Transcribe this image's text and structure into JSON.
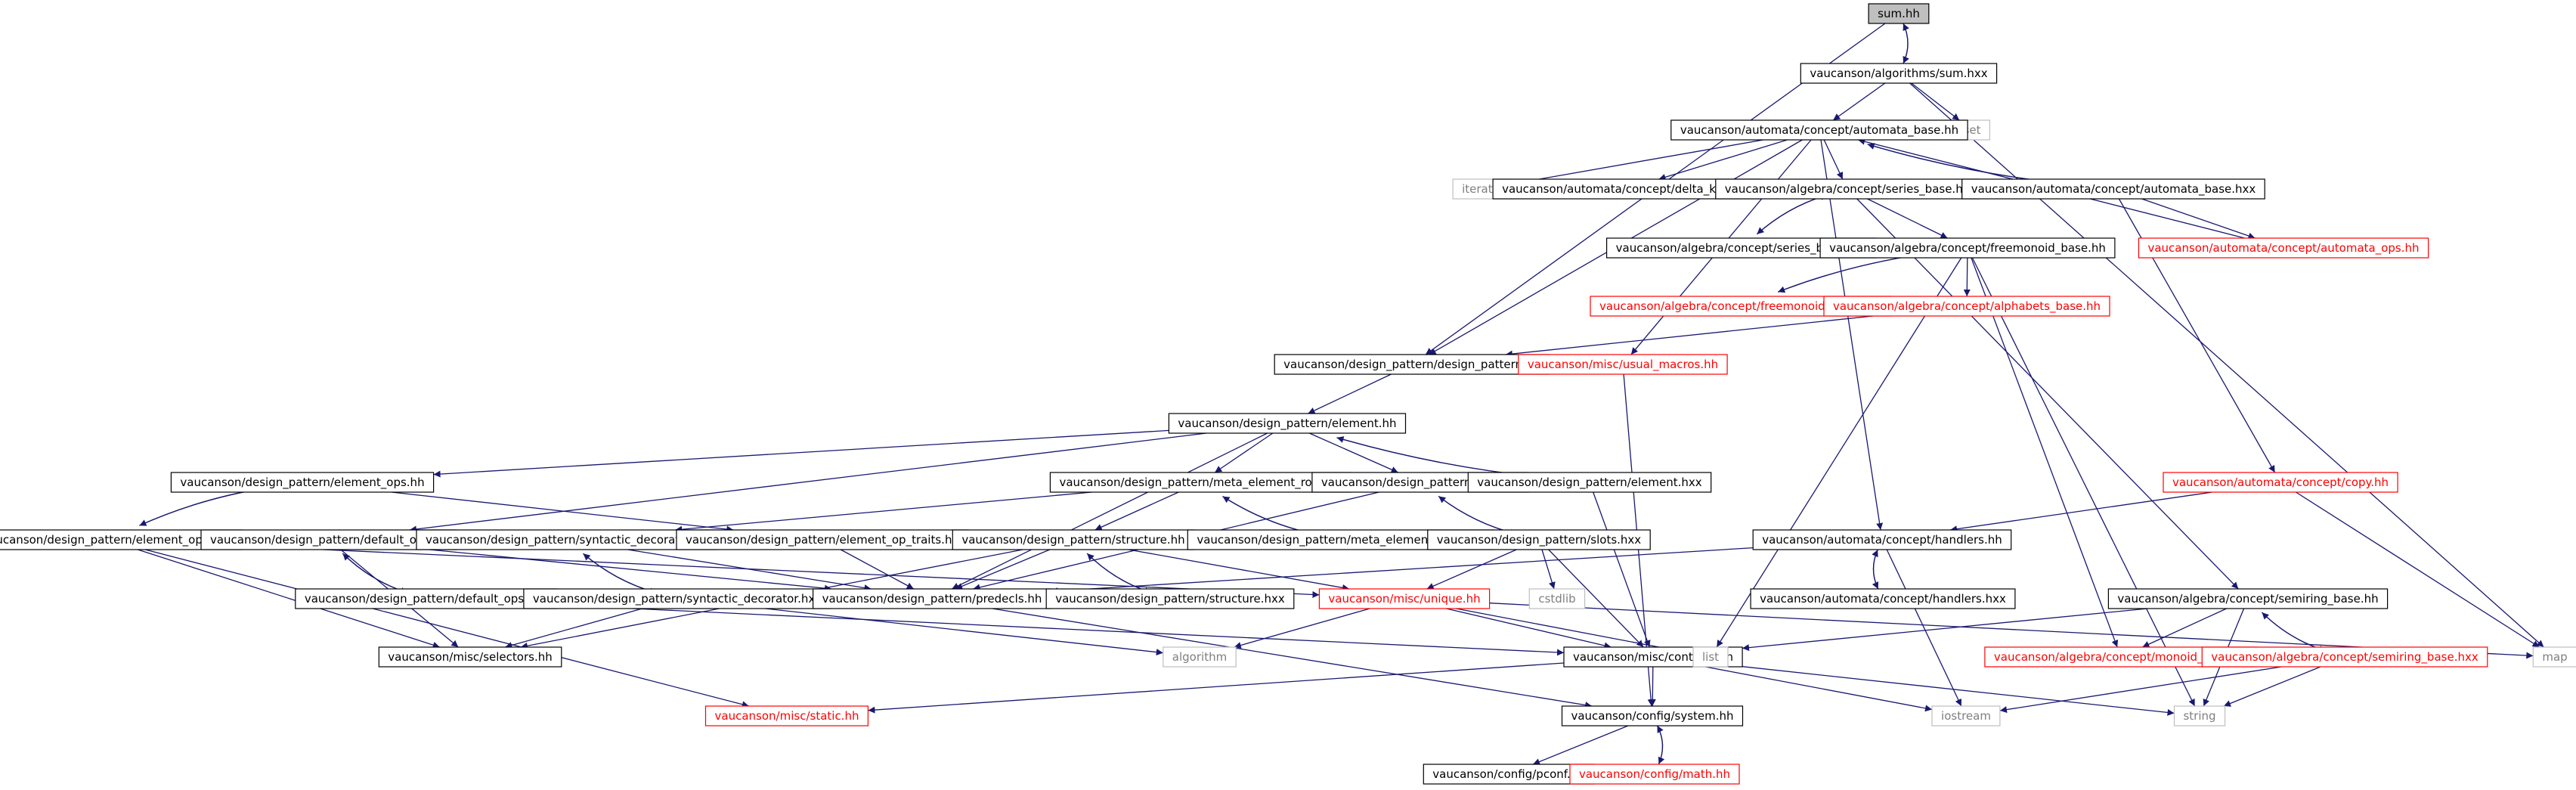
{
  "colors": {
    "edge": "#191970",
    "root_fill": "#bfbfbf",
    "normal_border": "#000000",
    "truncated_border": "#ff0000",
    "external_border": "#bfbfbf",
    "truncated_text": "#ff0000",
    "external_text": "#7f7f7f"
  },
  "nodes": [
    {
      "id": "sum_hh",
      "label": "sum.hh",
      "kind": "root"
    },
    {
      "id": "alg_sum_hxx",
      "label": "vaucanson/algorithms/sum.hxx",
      "kind": "normal"
    },
    {
      "id": "set",
      "label": "set",
      "kind": "external"
    },
    {
      "id": "map",
      "label": "map",
      "kind": "external"
    },
    {
      "id": "automata_base_hh",
      "label": "vaucanson/automata/concept/automata_base.hh",
      "kind": "normal"
    },
    {
      "id": "iterator",
      "label": "iterator",
      "kind": "external"
    },
    {
      "id": "delta_kind",
      "label": "vaucanson/automata/concept/delta_kind.hh",
      "kind": "normal"
    },
    {
      "id": "series_base_hh",
      "label": "vaucanson/algebra/concept/series_base.hh",
      "kind": "normal"
    },
    {
      "id": "automata_base_hxx",
      "label": "vaucanson/automata/concept/automata_base.hxx",
      "kind": "normal"
    },
    {
      "id": "series_base_hxx",
      "label": "vaucanson/algebra/concept/series_base.hxx",
      "kind": "normal"
    },
    {
      "id": "freemonoid_base_hh",
      "label": "vaucanson/algebra/concept/freemonoid_base.hh",
      "kind": "normal"
    },
    {
      "id": "automata_ops",
      "label": "vaucanson/automata/concept/automata_ops.hh",
      "kind": "truncated"
    },
    {
      "id": "freemonoid_base_hxx",
      "label": "vaucanson/algebra/concept/freemonoid_base.hxx",
      "kind": "truncated"
    },
    {
      "id": "alphabets_base",
      "label": "vaucanson/algebra/concept/alphabets_base.hh",
      "kind": "truncated"
    },
    {
      "id": "design_pattern",
      "label": "vaucanson/design_pattern/design_pattern.hh",
      "kind": "normal"
    },
    {
      "id": "usual_macros",
      "label": "vaucanson/misc/usual_macros.hh",
      "kind": "truncated"
    },
    {
      "id": "element_hh",
      "label": "vaucanson/design_pattern/element.hh",
      "kind": "normal"
    },
    {
      "id": "element_ops_hh",
      "label": "vaucanson/design_pattern/element_ops.hh",
      "kind": "normal"
    },
    {
      "id": "meta_element_root_hh",
      "label": "vaucanson/design_pattern/meta_element_root.hh",
      "kind": "normal"
    },
    {
      "id": "slots_hh",
      "label": "vaucanson/design_pattern/slots.hh",
      "kind": "normal"
    },
    {
      "id": "element_hxx",
      "label": "vaucanson/design_pattern/element.hxx",
      "kind": "normal"
    },
    {
      "id": "copy_hh",
      "label": "vaucanson/automata/concept/copy.hh",
      "kind": "truncated"
    },
    {
      "id": "element_ops_hxx",
      "label": "vaucanson/design_pattern/element_ops.hxx",
      "kind": "normal"
    },
    {
      "id": "default_ops_hh",
      "label": "vaucanson/design_pattern/default_ops.hh",
      "kind": "normal"
    },
    {
      "id": "syntactic_decorator_hh",
      "label": "vaucanson/design_pattern/syntactic_decorator.hh",
      "kind": "normal"
    },
    {
      "id": "element_op_traits",
      "label": "vaucanson/design_pattern/element_op_traits.hh",
      "kind": "normal"
    },
    {
      "id": "structure_hh",
      "label": "vaucanson/design_pattern/structure.hh",
      "kind": "normal"
    },
    {
      "id": "meta_element_root_hxx",
      "label": "vaucanson/design_pattern/meta_element_root.hxx",
      "kind": "normal"
    },
    {
      "id": "slots_hxx",
      "label": "vaucanson/design_pattern/slots.hxx",
      "kind": "normal"
    },
    {
      "id": "handlers_hh",
      "label": "vaucanson/automata/concept/handlers.hh",
      "kind": "normal"
    },
    {
      "id": "default_ops_hxx",
      "label": "vaucanson/design_pattern/default_ops.hxx",
      "kind": "normal"
    },
    {
      "id": "syntactic_decorator_hxx",
      "label": "vaucanson/design_pattern/syntactic_decorator.hxx",
      "kind": "normal"
    },
    {
      "id": "predecls",
      "label": "vaucanson/design_pattern/predecls.hh",
      "kind": "normal"
    },
    {
      "id": "structure_hxx",
      "label": "vaucanson/design_pattern/structure.hxx",
      "kind": "normal"
    },
    {
      "id": "unique_hh",
      "label": "vaucanson/misc/unique.hh",
      "kind": "truncated"
    },
    {
      "id": "cstdlib",
      "label": "cstdlib",
      "kind": "external"
    },
    {
      "id": "handlers_hxx",
      "label": "vaucanson/automata/concept/handlers.hxx",
      "kind": "normal"
    },
    {
      "id": "semiring_base_hh",
      "label": "vaucanson/algebra/concept/semiring_base.hh",
      "kind": "normal"
    },
    {
      "id": "selectors",
      "label": "vaucanson/misc/selectors.hh",
      "kind": "normal"
    },
    {
      "id": "algorithm",
      "label": "algorithm",
      "kind": "external"
    },
    {
      "id": "contract",
      "label": "vaucanson/misc/contract.hh",
      "kind": "normal"
    },
    {
      "id": "list",
      "label": "list",
      "kind": "external"
    },
    {
      "id": "monoid_base",
      "label": "vaucanson/algebra/concept/monoid_base.hh",
      "kind": "truncated"
    },
    {
      "id": "semiring_base_hxx",
      "label": "vaucanson/algebra/concept/semiring_base.hxx",
      "kind": "truncated"
    },
    {
      "id": "static_hh",
      "label": "vaucanson/misc/static.hh",
      "kind": "truncated"
    },
    {
      "id": "system_hh",
      "label": "vaucanson/config/system.hh",
      "kind": "normal"
    },
    {
      "id": "iostream",
      "label": "iostream",
      "kind": "external"
    },
    {
      "id": "string",
      "label": "string",
      "kind": "external"
    },
    {
      "id": "pconf",
      "label": "vaucanson/config/pconf.hh",
      "kind": "normal"
    },
    {
      "id": "math_hh",
      "label": "vaucanson/config/math.hh",
      "kind": "truncated"
    }
  ],
  "edges": [
    [
      "sum_hh",
      "alg_sum_hxx"
    ],
    [
      "alg_sum_hxx",
      "sum_hh"
    ],
    [
      "sum_hh",
      "design_pattern"
    ],
    [
      "alg_sum_hxx",
      "automata_base_hh"
    ],
    [
      "alg_sum_hxx",
      "set"
    ],
    [
      "alg_sum_hxx",
      "map"
    ],
    [
      "automata_base_hh",
      "iterator"
    ],
    [
      "automata_base_hh",
      "delta_kind"
    ],
    [
      "automata_base_hh",
      "series_base_hh"
    ],
    [
      "automata_base_hh",
      "automata_base_hxx"
    ],
    [
      "automata_base_hxx",
      "automata_base_hh"
    ],
    [
      "automata_base_hh",
      "design_pattern"
    ],
    [
      "automata_base_hh",
      "usual_macros"
    ],
    [
      "automata_base_hh",
      "handlers_hh"
    ],
    [
      "automata_base_hxx",
      "automata_ops"
    ],
    [
      "automata_ops",
      "automata_base_hh"
    ],
    [
      "automata_base_hxx",
      "copy_hh"
    ],
    [
      "series_base_hh",
      "series_base_hxx"
    ],
    [
      "series_base_hxx",
      "series_base_hh"
    ],
    [
      "series_base_hh",
      "freemonoid_base_hh"
    ],
    [
      "series_base_hh",
      "semiring_base_hh"
    ],
    [
      "freemonoid_base_hh",
      "freemonoid_base_hxx"
    ],
    [
      "freemonoid_base_hxx",
      "freemonoid_base_hh"
    ],
    [
      "freemonoid_base_hh",
      "alphabets_base"
    ],
    [
      "freemonoid_base_hh",
      "list"
    ],
    [
      "freemonoid_base_hh",
      "monoid_base"
    ],
    [
      "freemonoid_base_hh",
      "string"
    ],
    [
      "alphabets_base",
      "design_pattern"
    ],
    [
      "usual_macros",
      "system_hh"
    ],
    [
      "design_pattern",
      "element_hh"
    ],
    [
      "element_hh",
      "element_ops_hh"
    ],
    [
      "element_hh",
      "meta_element_root_hh"
    ],
    [
      "element_hh",
      "slots_hh"
    ],
    [
      "element_hh",
      "element_hxx"
    ],
    [
      "element_hxx",
      "element_hh"
    ],
    [
      "element_hh",
      "default_ops_hh"
    ],
    [
      "element_hh",
      "predecls"
    ],
    [
      "element_ops_hh",
      "element_ops_hxx"
    ],
    [
      "element_ops_hxx",
      "element_ops_hh"
    ],
    [
      "element_ops_hh",
      "element_op_traits"
    ],
    [
      "element_ops_hxx",
      "selectors"
    ],
    [
      "element_ops_hxx",
      "static_hh"
    ],
    [
      "element_ops_hxx",
      "unique_hh"
    ],
    [
      "meta_element_root_hh",
      "meta_element_root_hxx"
    ],
    [
      "meta_element_root_hxx",
      "meta_element_root_hh"
    ],
    [
      "meta_element_root_hh",
      "structure_hh"
    ],
    [
      "meta_element_root_hh",
      "syntactic_decorator_hh"
    ],
    [
      "slots_hh",
      "slots_hxx"
    ],
    [
      "slots_hxx",
      "slots_hh"
    ],
    [
      "slots_hh",
      "predecls"
    ],
    [
      "element_hxx",
      "contract"
    ],
    [
      "copy_hh",
      "handlers_hh"
    ],
    [
      "copy_hh",
      "map"
    ],
    [
      "default_ops_hh",
      "default_ops_hxx"
    ],
    [
      "default_ops_hxx",
      "default_ops_hh"
    ],
    [
      "default_ops_hh",
      "selectors"
    ],
    [
      "default_ops_hh",
      "predecls"
    ],
    [
      "default_ops_hxx",
      "contract"
    ],
    [
      "syntactic_decorator_hh",
      "syntactic_decorator_hxx"
    ],
    [
      "syntactic_decorator_hxx",
      "syntactic_decorator_hh"
    ],
    [
      "syntactic_decorator_hh",
      "predecls"
    ],
    [
      "syntactic_decorator_hxx",
      "selectors"
    ],
    [
      "syntactic_decorator_hxx",
      "algorithm"
    ],
    [
      "element_op_traits",
      "predecls"
    ],
    [
      "structure_hh",
      "structure_hxx"
    ],
    [
      "structure_hxx",
      "structure_hh"
    ],
    [
      "structure_hh",
      "predecls"
    ],
    [
      "structure_hh",
      "selectors"
    ],
    [
      "structure_hh",
      "unique_hh"
    ],
    [
      "slots_hxx",
      "cstdlib"
    ],
    [
      "slots_hxx",
      "contract"
    ],
    [
      "slots_hxx",
      "unique_hh"
    ],
    [
      "handlers_hh",
      "handlers_hxx"
    ],
    [
      "handlers_hxx",
      "handlers_hh"
    ],
    [
      "handlers_hh",
      "predecls"
    ],
    [
      "handlers_hh",
      "iostream"
    ],
    [
      "predecls",
      "system_hh"
    ],
    [
      "unique_hh",
      "algorithm"
    ],
    [
      "unique_hh",
      "list"
    ],
    [
      "unique_hh",
      "map"
    ],
    [
      "unique_hh",
      "contract"
    ],
    [
      "semiring_base_hh",
      "semiring_base_hxx"
    ],
    [
      "semiring_base_hxx",
      "semiring_base_hh"
    ],
    [
      "semiring_base_hh",
      "monoid_base"
    ],
    [
      "semiring_base_hh",
      "contract"
    ],
    [
      "semiring_base_hh",
      "string"
    ],
    [
      "semiring_base_hxx",
      "string"
    ],
    [
      "semiring_base_hxx",
      "iostream"
    ],
    [
      "contract",
      "static_hh"
    ],
    [
      "contract",
      "system_hh"
    ],
    [
      "contract",
      "iostream"
    ],
    [
      "contract",
      "string"
    ],
    [
      "system_hh",
      "pconf"
    ],
    [
      "system_hh",
      "math_hh"
    ],
    [
      "math_hh",
      "system_hh"
    ]
  ]
}
